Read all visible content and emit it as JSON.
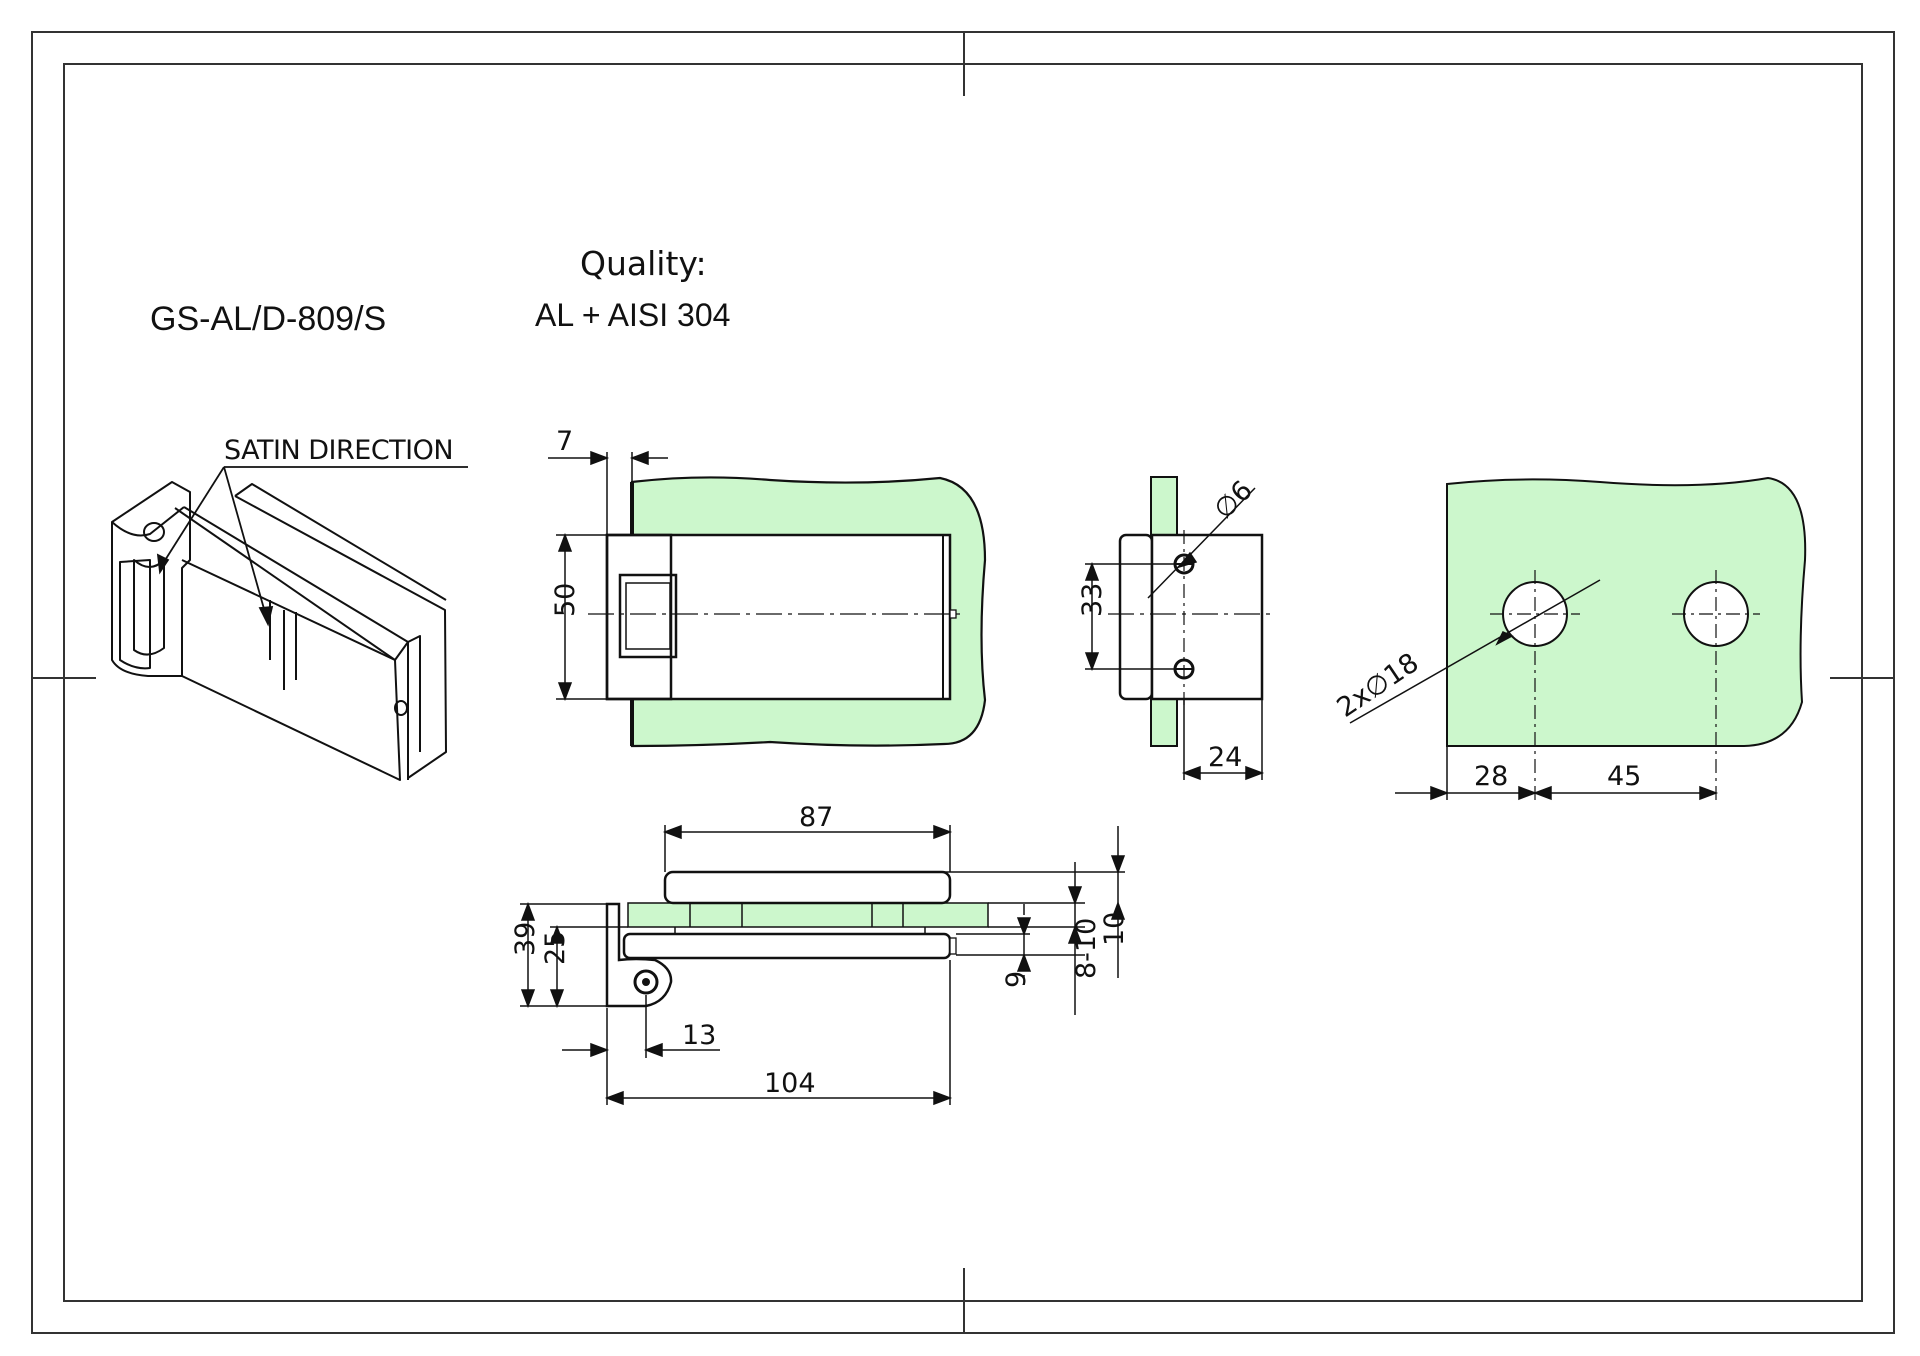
{
  "header": {
    "product_code": "GS-AL/D-809/S",
    "quality_label": "Quality:",
    "quality_value": "AL + AISI 304"
  },
  "notes": {
    "satin_direction": "SATIN DIRECTION"
  },
  "colors": {
    "glass_fill": "#ccf7cc",
    "line": "#111111",
    "frame": "#333333"
  },
  "dimensions": {
    "front_view": {
      "offset": "7",
      "height": "50"
    },
    "side_view": {
      "hole_diameter": "∅6",
      "hole_spacing": "33",
      "depth": "24"
    },
    "glass_cutout": {
      "hole_callout": "2x∅18",
      "edge_to_hole": "28",
      "hole_to_hole": "45"
    },
    "top_view": {
      "plate_length": "87",
      "total_length": "104",
      "pivot_offset": "13",
      "overall_height": "39",
      "body_height": "25",
      "glass_thickness": "8-10",
      "lower_gap": "9",
      "upper_thickness": "10"
    }
  }
}
